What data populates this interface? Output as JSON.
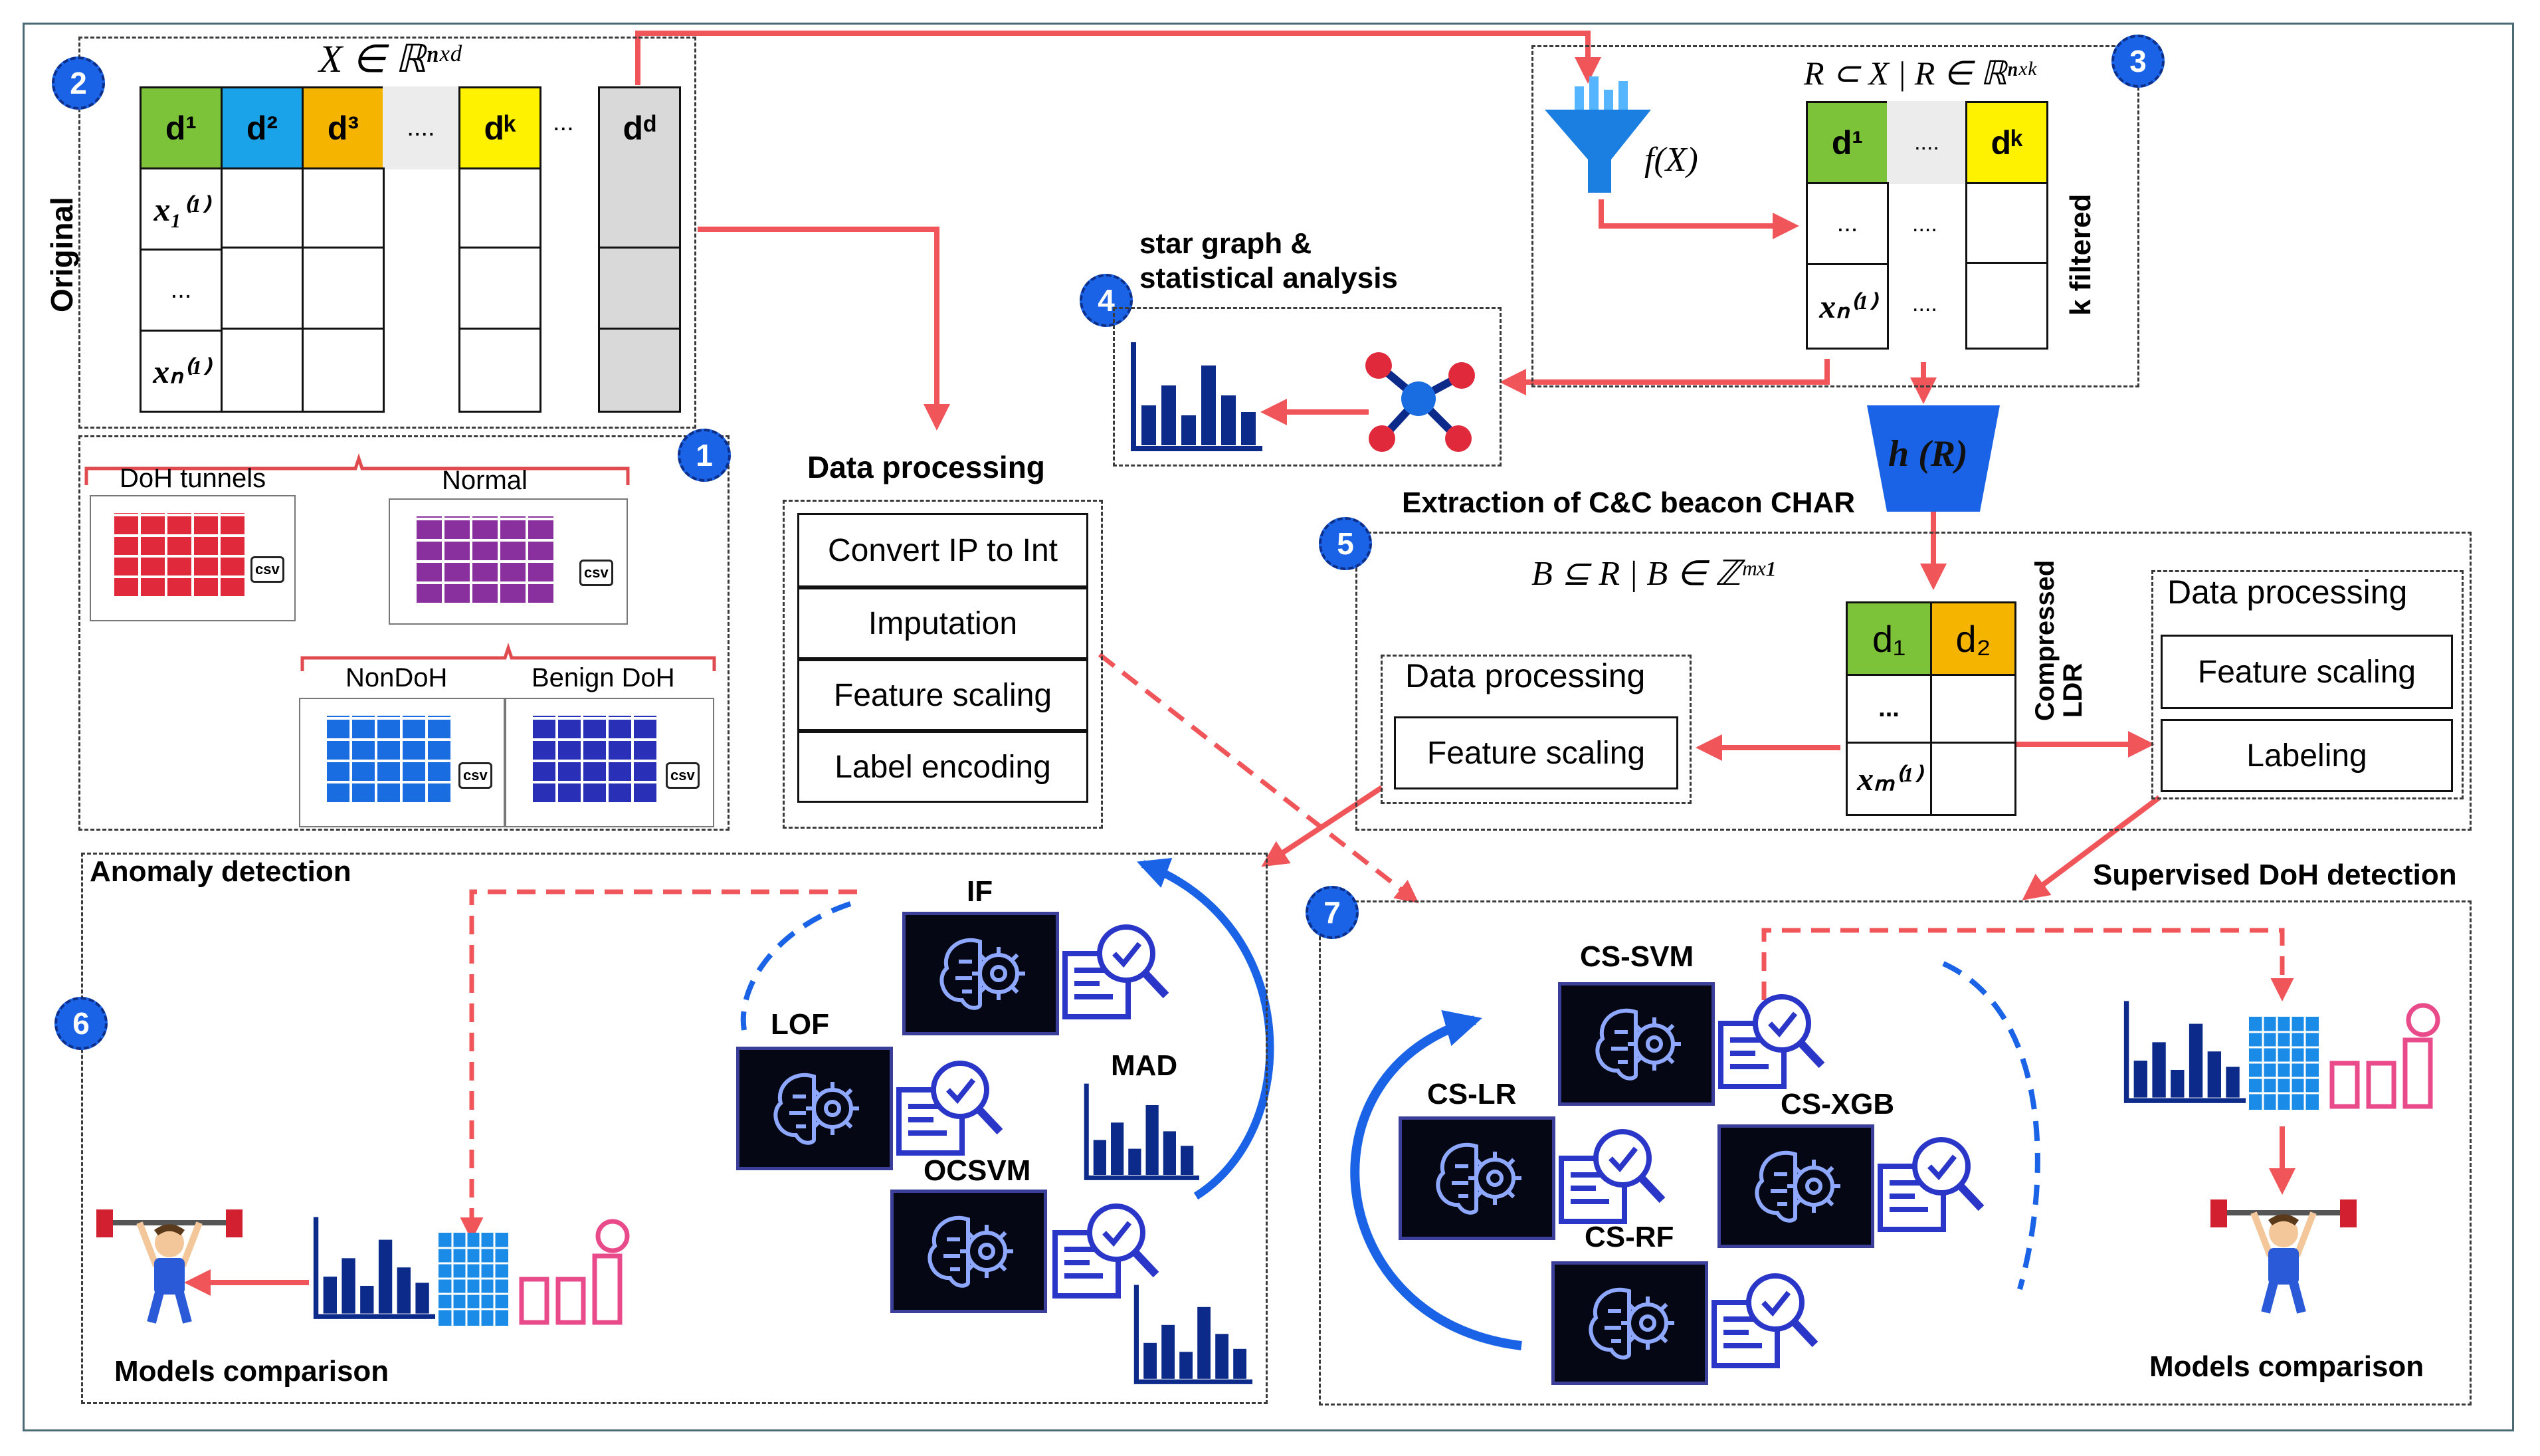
{
  "matrix_x": {
    "title": "X ∈ ℝⁿˣᵈ",
    "side_label": "Original",
    "headers": [
      "d¹",
      "d²",
      "d³",
      "....",
      "dᵏ",
      "...",
      "dᵈ"
    ],
    "row_labels": [
      "x₁⁽¹⁾",
      "...",
      "xₙ⁽¹⁾"
    ]
  },
  "datasets": {
    "doh_tunnels": "DoH tunnels",
    "normal": "Normal",
    "nondoh": "NonDoH",
    "benign_doh": "Benign DoH",
    "file_badge": "csv"
  },
  "data_processing_main": {
    "title": "Data processing",
    "steps": [
      "Convert IP to Int",
      "Imputation",
      "Feature scaling",
      "Label encoding"
    ]
  },
  "filter": {
    "formula": "f(X)",
    "title": "R ⊂ X | R ∈ ℝⁿˣᵏ",
    "headers": [
      "d¹",
      "....",
      "dᵏ"
    ],
    "rows": [
      "...",
      "xₙ⁽¹⁾"
    ],
    "side_label": "k filtered"
  },
  "star_graph": {
    "title_line1": "star graph &",
    "title_line2": "statistical analysis"
  },
  "encoder": {
    "label": "h (R)",
    "caption": "Extraction of C&C beacon CHAR"
  },
  "ldr": {
    "title": "B ⊆ R | B ∈ ℤᵐˣ¹",
    "headers": [
      "d₁",
      "d₂"
    ],
    "rows": [
      "...",
      "xₘ⁽¹⁾"
    ],
    "side_label_line1": "Compressed",
    "side_label_line2": "LDR"
  },
  "dp_left": {
    "title": "Data processing",
    "step": "Feature scaling"
  },
  "dp_right": {
    "title": "Data processing",
    "steps": [
      "Feature scaling",
      "Labeling"
    ]
  },
  "anomaly": {
    "title": "Anomaly detection",
    "models": [
      "IF",
      "LOF",
      "MAD",
      "OCSVM"
    ],
    "comparison": "Models comparison"
  },
  "supervised": {
    "title": "Supervised DoH detection",
    "models": [
      "CS-SVM",
      "CS-LR",
      "CS-XGB",
      "CS-RF"
    ],
    "comparison": "Models comparison"
  },
  "badges": [
    "1",
    "2",
    "3",
    "4",
    "5",
    "6",
    "7"
  ],
  "colors": {
    "arrow": "#f0555a",
    "badge": "#1a63e6",
    "green": "#7cc33a",
    "blue": "#1aa3e8",
    "orange": "#f5b400",
    "yellow": "#fff200",
    "gray": "#d9d9d9",
    "navy": "#0b2a8a",
    "pink": "#e84a8a"
  }
}
